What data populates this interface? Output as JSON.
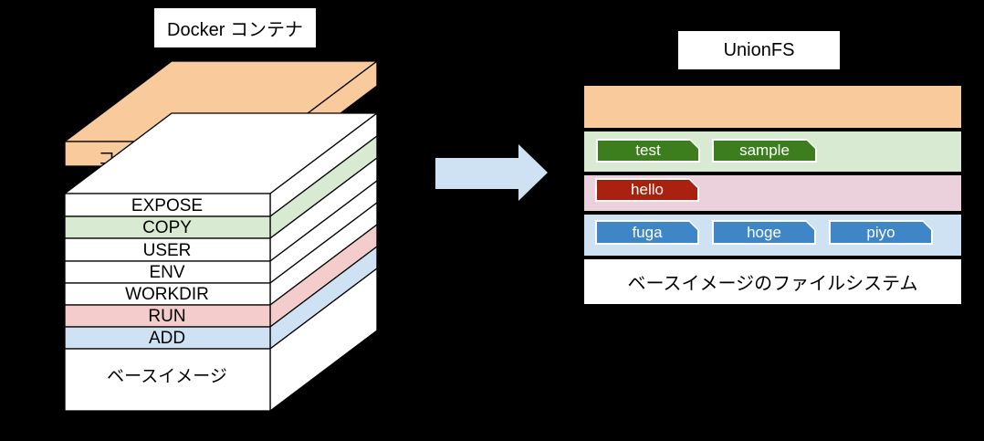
{
  "background": "#000000",
  "left": {
    "title": "Docker コンテナ",
    "container_layer": {
      "label": "コンテナレイヤー",
      "color": "#F8CA9C"
    },
    "layers": [
      {
        "label": "EXPOSE",
        "color": "#FFFFFF"
      },
      {
        "label": "COPY",
        "color": "#D9EAD3"
      },
      {
        "label": "USER",
        "color": "#FFFFFF"
      },
      {
        "label": "ENV",
        "color": "#FFFFFF"
      },
      {
        "label": "WORKDIR",
        "color": "#FFFFFF"
      },
      {
        "label": "RUN",
        "color": "#F4CCCC"
      },
      {
        "label": "ADD",
        "color": "#CFE2F3"
      },
      {
        "label": "ベースイメージ",
        "color": "#FFFFFF"
      }
    ]
  },
  "arrow": {
    "color": "#CFE2F3"
  },
  "right": {
    "title": "UnionFS",
    "bars": {
      "container": {
        "color": "#F8CA9C"
      },
      "copy": {
        "color": "#D9EAD3"
      },
      "run": {
        "color": "#EAD1DC"
      },
      "add": {
        "color": "#CFE2F3"
      },
      "base": {
        "color": "#FFFFFF",
        "label": "ベースイメージのファイルシステム"
      }
    },
    "files": {
      "test": {
        "label": "test",
        "color": "#3C7E1E"
      },
      "sample": {
        "label": "sample",
        "color": "#3C7E1E"
      },
      "hello": {
        "label": "hello",
        "color": "#A8220F"
      },
      "fuga": {
        "label": "fuga",
        "color": "#3F86C6"
      },
      "hoge": {
        "label": "hoge",
        "color": "#3F86C6"
      },
      "piyo": {
        "label": "piyo",
        "color": "#3F86C6"
      }
    }
  }
}
